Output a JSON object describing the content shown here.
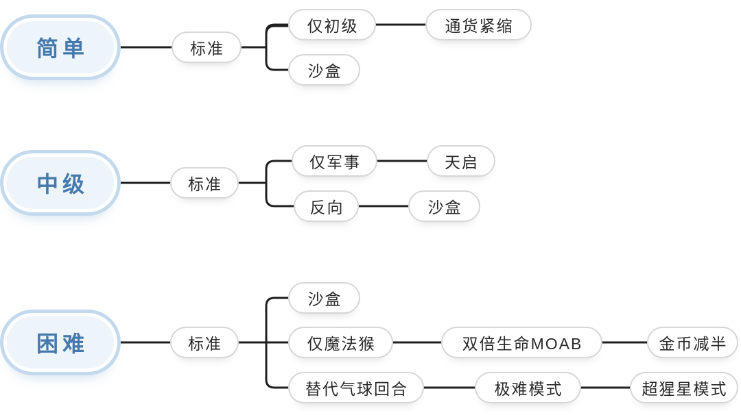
{
  "colors": {
    "background": "#ffffff",
    "root_fill": "#edf4fa",
    "root_border": "#c2d9ee",
    "root_text": "#4579ab",
    "node_fill": "#ffffff",
    "node_border": "#d7d7d7",
    "node_text": "#2a2a2a",
    "connector": "#1f1f1f"
  },
  "tree": {
    "rows": [
      {
        "root": {
          "label": "简单"
        },
        "mode": {
          "label": "标准"
        },
        "branches": [
          {
            "nodes": [
              {
                "label": "仅初级"
              },
              {
                "label": "通货紧缩"
              }
            ]
          },
          {
            "nodes": [
              {
                "label": "沙盒"
              }
            ]
          }
        ]
      },
      {
        "root": {
          "label": "中级"
        },
        "mode": {
          "label": "标准"
        },
        "branches": [
          {
            "nodes": [
              {
                "label": "仅军事"
              },
              {
                "label": "天启"
              }
            ]
          },
          {
            "nodes": [
              {
                "label": "反向"
              },
              {
                "label": "沙盒"
              }
            ]
          }
        ]
      },
      {
        "root": {
          "label": "困难"
        },
        "mode": {
          "label": "标准"
        },
        "branches": [
          {
            "nodes": [
              {
                "label": "沙盒"
              }
            ]
          },
          {
            "nodes": [
              {
                "label": "仅魔法猴"
              },
              {
                "label": "双倍生命MOAB"
              },
              {
                "label": "金币减半"
              }
            ]
          },
          {
            "nodes": [
              {
                "label": "替代气球回合"
              },
              {
                "label": "极难模式"
              },
              {
                "label": "超猩星模式"
              }
            ]
          }
        ]
      }
    ]
  }
}
